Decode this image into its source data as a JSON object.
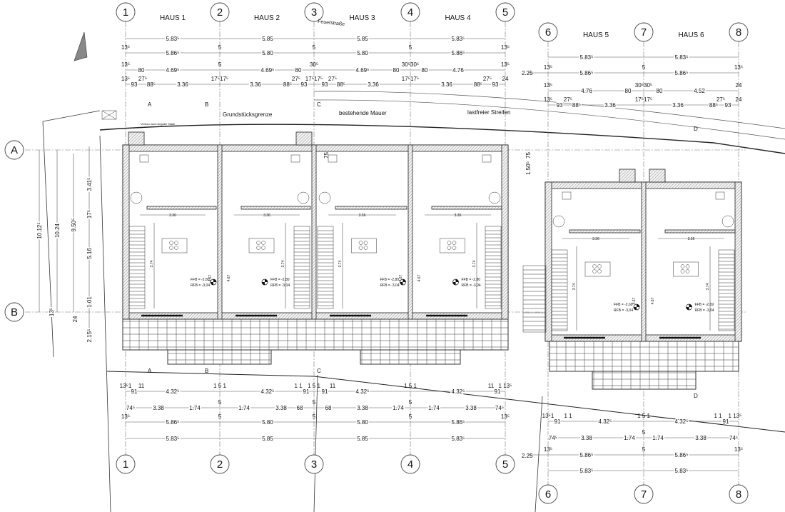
{
  "axes": {
    "columns": [
      "1",
      "2",
      "3",
      "4",
      "5",
      "6",
      "7",
      "8"
    ],
    "rows": [
      "A",
      "B"
    ]
  },
  "houses": [
    {
      "name": "HAUS 1",
      "ffb": "FFB = -2,80",
      "rfb": "RFB = -3,04"
    },
    {
      "name": "HAUS 2",
      "ffb": "FFB = -2,80",
      "rfb": "RFB = -3,04"
    },
    {
      "name": "HAUS 3",
      "ffb": "FFB = -2,80",
      "rfb": "RFB = -3,04"
    },
    {
      "name": "HAUS 4",
      "ffb": "FFB = -2,80",
      "rfb": "RFB = -3,04"
    },
    {
      "name": "HAUS 5",
      "ffb": "FFB = -2,69",
      "rfb": "RFB = -3,04"
    },
    {
      "name": "HAUS 6",
      "ffb": "FFB = -2,69",
      "rfb": "RFB = -3,04"
    }
  ],
  "annotations": {
    "street": "Feuerstraße",
    "boundary": "Grundstücksgrenze",
    "wall": "bestehende Mauer",
    "strip": "lastfreier Streifen",
    "shoring": "Verbau nach Angabe Statik",
    "sections": [
      "A",
      "B",
      "C",
      "D"
    ],
    "interior_dim": "3.36",
    "stair_dim": "3.74",
    "depth_dim": "4.67",
    "side_dim_right": "1.50⁵",
    "side_dim_75": "75",
    "offset": "2.25"
  },
  "dims": {
    "top_r1": [
      "5.83⁵",
      "5.85",
      "5.85",
      "5.83⁵"
    ],
    "top_r2": [
      "13⁵",
      "5.86⁵",
      "5",
      "5.80",
      "5",
      "5.80",
      "5",
      "5.86⁵",
      "13⁵"
    ],
    "top_r3": [
      "13⁵",
      "80",
      "4.69⁵",
      "5",
      "4.69⁵",
      "80",
      "30⁵",
      "4.69⁵",
      "80",
      "30⁵30⁵",
      "80",
      "4.76",
      "13⁵"
    ],
    "top_r4": [
      "13⁵",
      "93",
      "27⁵",
      "88⁵",
      "3.36",
      "17⁵17⁵",
      "3.36",
      "88⁵",
      "27⁵",
      "93",
      "17⁵17⁵",
      "93",
      "27⁵",
      "88⁵",
      "3.36",
      "17⁵17⁵",
      "3.36",
      "88⁵",
      "27⁵",
      "93",
      "24"
    ],
    "right_r1": [
      "5.83⁵",
      "5.83⁵"
    ],
    "right_r2": [
      "13⁵",
      "5.86⁵",
      "5",
      "5.86⁵",
      "13⁵"
    ],
    "right_r3": [
      "13⁵",
      "4.76",
      "80",
      "30⁵30⁵",
      "80",
      "4.52",
      "24"
    ],
    "right_r4": [
      "13⁵",
      "93",
      "27⁵",
      "88⁵",
      "3.36",
      "17⁵17⁵",
      "3.36",
      "88⁵",
      "27⁵",
      "93",
      "24"
    ],
    "bot_r1": [
      "13⁵1",
      "91",
      "11",
      "4.32⁵",
      "1 5 1",
      "4.32⁵",
      "1 1",
      "91",
      "1 5 1",
      "91",
      "11",
      "4.32⁵",
      "1 5 1",
      "4.32⁵",
      "11",
      "91",
      "1 13⁵"
    ],
    "bot_r2": [
      "74⁵",
      "3.38",
      "1.74",
      "5",
      "1.74",
      "3.38",
      "68",
      "5",
      "68",
      "3.38",
      "1.74",
      "5",
      "1.74",
      "3.38",
      "74⁵"
    ],
    "bot_r3": [
      "13⁵",
      "5.86⁵",
      "5",
      "5.80",
      "5",
      "5.80",
      "5",
      "5.86⁵",
      "13⁵"
    ],
    "bot_r4": [
      "5.83⁵",
      "5.85",
      "5.85",
      "5.83⁵"
    ],
    "botright_r1": [
      "13⁵1",
      "91",
      "1 1",
      "4.32⁵",
      "1 5 1",
      "4.32⁵",
      "1 1",
      "91",
      "1 13⁵"
    ],
    "botright_r2": [
      "74⁵",
      "3.38",
      "1.74",
      "5",
      "1.74",
      "3.38",
      "74⁵"
    ],
    "botright_r3": [
      "13⁵",
      "5.86⁵",
      "5",
      "5.86⁵",
      "13⁵"
    ],
    "botright_r4": [
      "5.83⁵",
      "5.83⁵"
    ],
    "left_v": [
      "10.12⁵",
      "10.24",
      "9.50⁵",
      "3.41⁵",
      "17⁵",
      "5.16",
      "1.01",
      "24",
      "13⁵",
      "2.15⁵"
    ]
  }
}
